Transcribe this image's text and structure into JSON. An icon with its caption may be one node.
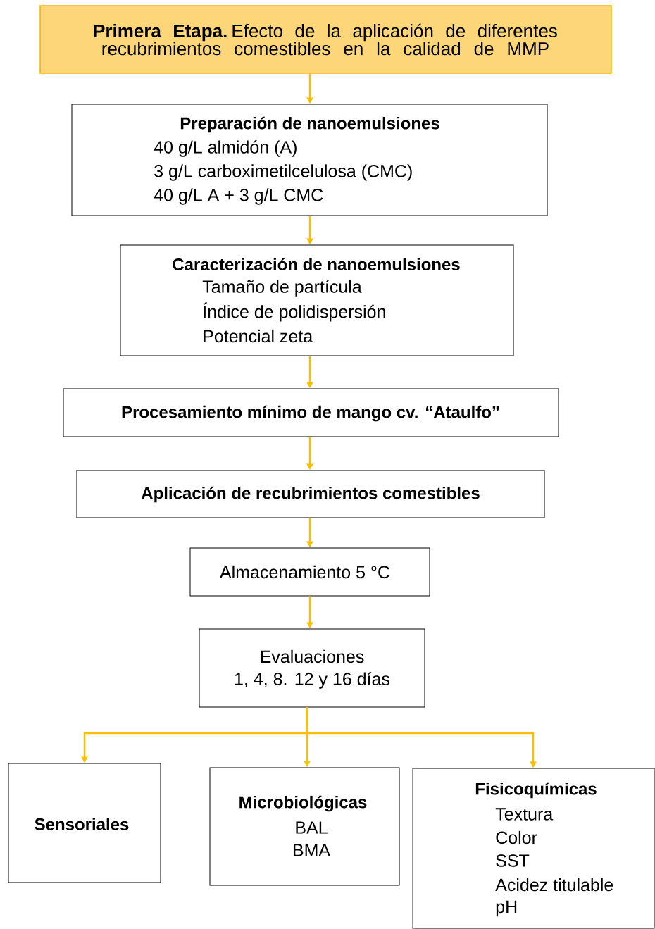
{
  "diagram": {
    "nodes": [
      {
        "text": [
          "**Primera Etapa.** Efecto de la aplicación de diferentes recubrimientos comestibles en la calidad de MMP"
        ]
      },
      {
        "text": [
          "Preparación de nanoemulsiones",
          "40 g/L almidón (A)",
          "3 g/L carboximetilcelulosa (CMC)",
          "40 g/L A + 3 g/L CMC"
        ]
      },
      {
        "text": [
          "Caracterización de nanoemulsiones",
          "Tamaño de partícula",
          "Índice de polidispersión",
          "Potencial zeta"
        ]
      },
      {
        "text": [
          "Procesamiento mínimo de mango cv. “Ataulfo”"
        ]
      },
      {
        "text": [
          "Aplicación de recubrimientos comestibles"
        ]
      },
      {
        "text": [
          "Almacenamiento 5 °C"
        ]
      },
      {
        "text": [
          "Evaluaciones",
          "1, 4, 8. 12 y 16 días"
        ]
      },
      {
        "text": [
          "Sensoriales"
        ]
      },
      {
        "text": [
          "Microbiológicas",
          "BAL",
          "BMA"
        ]
      },
      {
        "text": [
          "Fisicoquímicas",
          "Textura",
          "Color",
          "SST",
          "Acidez titulable",
          "pH"
        ]
      }
    ],
    "edges": [
      {
        "from": 0,
        "to": 1,
        "arrow": "to"
      },
      {
        "from": 1,
        "to": 2,
        "arrow": "to"
      },
      {
        "from": 2,
        "to": 3,
        "arrow": "to"
      },
      {
        "from": 3,
        "to": 4,
        "arrow": "to"
      },
      {
        "from": 4,
        "to": 5,
        "arrow": "to"
      },
      {
        "from": 5,
        "to": 6,
        "arrow": "to"
      },
      {
        "from": 6,
        "to": 7,
        "arrow": "to"
      },
      {
        "from": 6,
        "to": 8,
        "arrow": "to"
      },
      {
        "from": 6,
        "to": 9,
        "arrow": "to"
      }
    ]
  }
}
